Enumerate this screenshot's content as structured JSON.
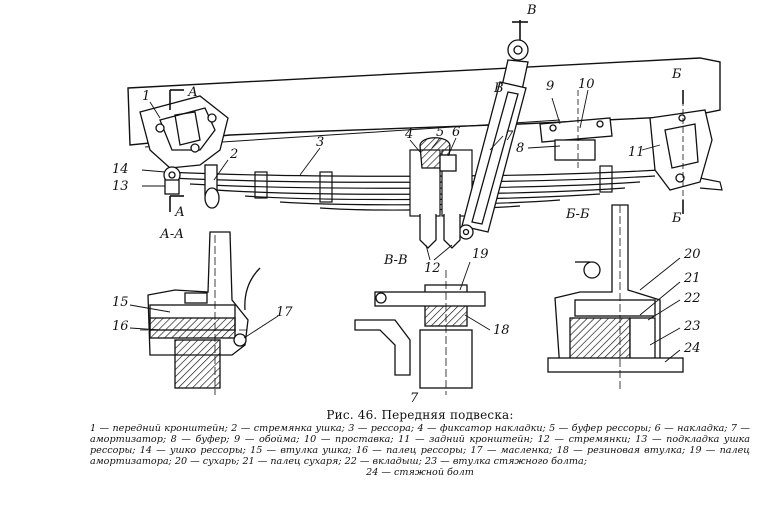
{
  "labels": {
    "n1": "1",
    "n2": "2",
    "n3": "3",
    "n4": "4",
    "n5": "5",
    "n6": "6",
    "n7": "7",
    "n8": "8",
    "n9": "9",
    "n10": "10",
    "n11": "11",
    "n12": "12",
    "n13": "13",
    "n14": "14",
    "n15": "15",
    "n16": "16",
    "n17": "17",
    "n18": "18",
    "n19": "19",
    "n20": "20",
    "n21": "21",
    "n22": "22",
    "n23": "23",
    "n24": "24",
    "n7b": "7"
  },
  "section_marks": {
    "A_top": "А",
    "A_bottom": "А",
    "B_top": "В",
    "B_mid": "В",
    "Bb_top": "Б",
    "Bb_bottom": "Б"
  },
  "views": {
    "aa": "А-А",
    "vv": "В-В",
    "bb": "Б-Б"
  },
  "caption": {
    "title": "Рис. 46. Передняя подвеска:",
    "legend": "1 — передний кронштейн; 2 — стремянка ушка; 3 — рессора; 4 — фиксатор накладки; 5 — буфер рессоры; 6 — накладка; 7 — амортизатор; 8 — буфер; 9 — обойма; 10 — проставка; 11 — задний кронштейн; 12 — стремянки; 13 — подкладка ушка рессоры; 14 — ушко рессоры; 15 — втулка ушка; 16 — палец рессоры; 17 — масленка; 18 — резиновая втулка; 19 — палец амортизатора; 20 — сухарь; 21 — палец сухаря; 22 — вкладыш; 23 — втулка стяжного болта;",
    "tail": "24 — стяжной болт"
  }
}
